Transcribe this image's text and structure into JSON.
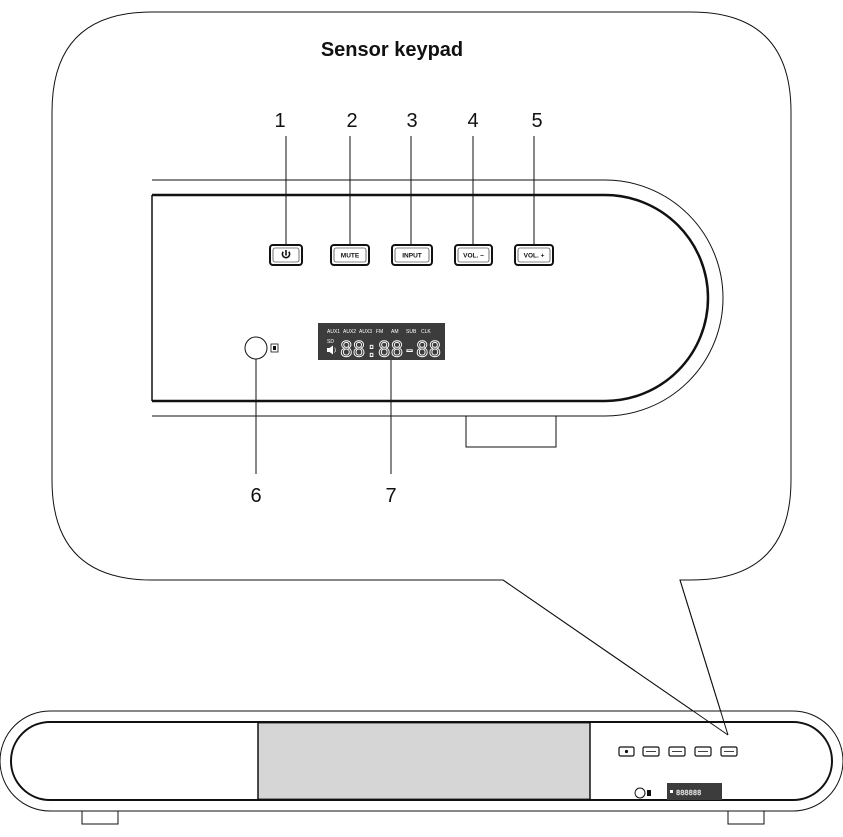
{
  "title": "Sensor keypad",
  "buttons": [
    {
      "number": "1",
      "label": "",
      "icon": "power-icon"
    },
    {
      "number": "2",
      "label": "MUTE"
    },
    {
      "number": "3",
      "label": "INPUT"
    },
    {
      "number": "4",
      "label": "VOL. −"
    },
    {
      "number": "5",
      "label": "VOL. +"
    }
  ],
  "callouts": {
    "ir_sensor": "6",
    "display": "7"
  },
  "display": {
    "indicators": [
      "AUX1",
      "AUX2",
      "AUX3",
      "FM",
      "AM",
      "SUB",
      "CLK"
    ],
    "mode_label": "SD",
    "digits": "88:88-88"
  },
  "colors": {
    "line": "#111111",
    "display_bg": "#3c3c3c",
    "panel_fill": "#d6d6d6"
  }
}
